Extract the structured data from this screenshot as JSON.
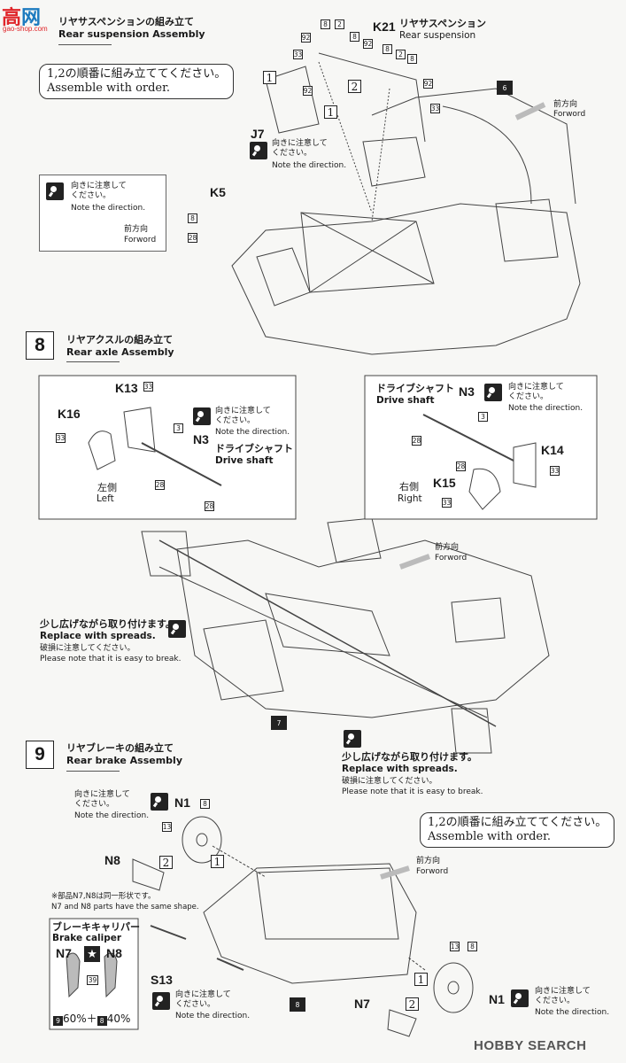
{
  "watermark": {
    "brand_jp": "高",
    "brand_suffix": "网",
    "url": "gao-shop.com"
  },
  "step7": {
    "title_jp": "リヤサスペンションの組み立て",
    "title_en": "Rear suspension Assembly",
    "order_note_jp": "1,2の順番に組み立ててください。",
    "order_note_en": "Assemble with order.",
    "k21_jp": "リヤサスペンション",
    "k21_en": "Rear suspension",
    "k21_code": "K21",
    "j7_code": "J7",
    "k5_code": "K5",
    "ref_part": "6",
    "forward_jp": "前方向",
    "forward_en": "Forword",
    "direction_jp": "向きに注意して\nください。",
    "direction_en": "Note the direction.",
    "numbers": {
      "n92": "92",
      "n33": "33",
      "n8": "8",
      "n2": "2",
      "n28": "28",
      "o1": "1",
      "o2": "2"
    }
  },
  "step8": {
    "number": "8",
    "title_jp": "リヤアクスルの組み立て",
    "title_en": "Rear axle Assembly",
    "k13": "K13",
    "k16": "K16",
    "n3": "N3",
    "k14": "K14",
    "k15": "K15",
    "drive_jp": "ドライブシャフト",
    "drive_en": "Drive shaft",
    "left_jp": "左側",
    "left_en": "Left",
    "right_jp": "右側",
    "right_en": "Right",
    "direction_jp": "向きに注意して\nください。",
    "direction_en": "Note the direction.",
    "forward_jp": "前方向",
    "forward_en": "Forword",
    "spread_jp": "少し広げながら取り付けます。",
    "spread_en": "Replace with spreads.",
    "break_jp": "破損に注意してください。",
    "break_en": "Please note that it is easy to break.",
    "ref_part": "7",
    "numbers": {
      "n33": "33",
      "n3": "3",
      "n28": "28"
    }
  },
  "step9": {
    "number": "9",
    "title_jp": "リヤブレーキの組み立て",
    "title_en": "Rear brake Assembly",
    "order_note_jp": "1,2の順番に組み立ててください。",
    "order_note_en": "Assemble with order.",
    "n1": "N1",
    "n8": "N8",
    "n7": "N7",
    "s13": "S13",
    "direction_jp": "向きに注意して\nください。",
    "direction_en": "Note the direction.",
    "forward_jp": "前方向",
    "forward_en": "Forword",
    "shape_note_jp": "※部品N7,N8は同一形状です。",
    "shape_note_en": "N7 and N8 parts have the same shape.",
    "caliper_jp": "ブレーキキャリパー",
    "caliper_en": "Brake caliper",
    "mix_60": "60%",
    "mix_plus": "＋",
    "mix_40": "40%",
    "numbers": {
      "n8": "8",
      "n13": "13",
      "n9": "9",
      "n39": "39",
      "o1": "1",
      "o2": "2",
      "ref8": "8"
    }
  },
  "footer": {
    "search_logo": "HOBBY SEARCH"
  }
}
